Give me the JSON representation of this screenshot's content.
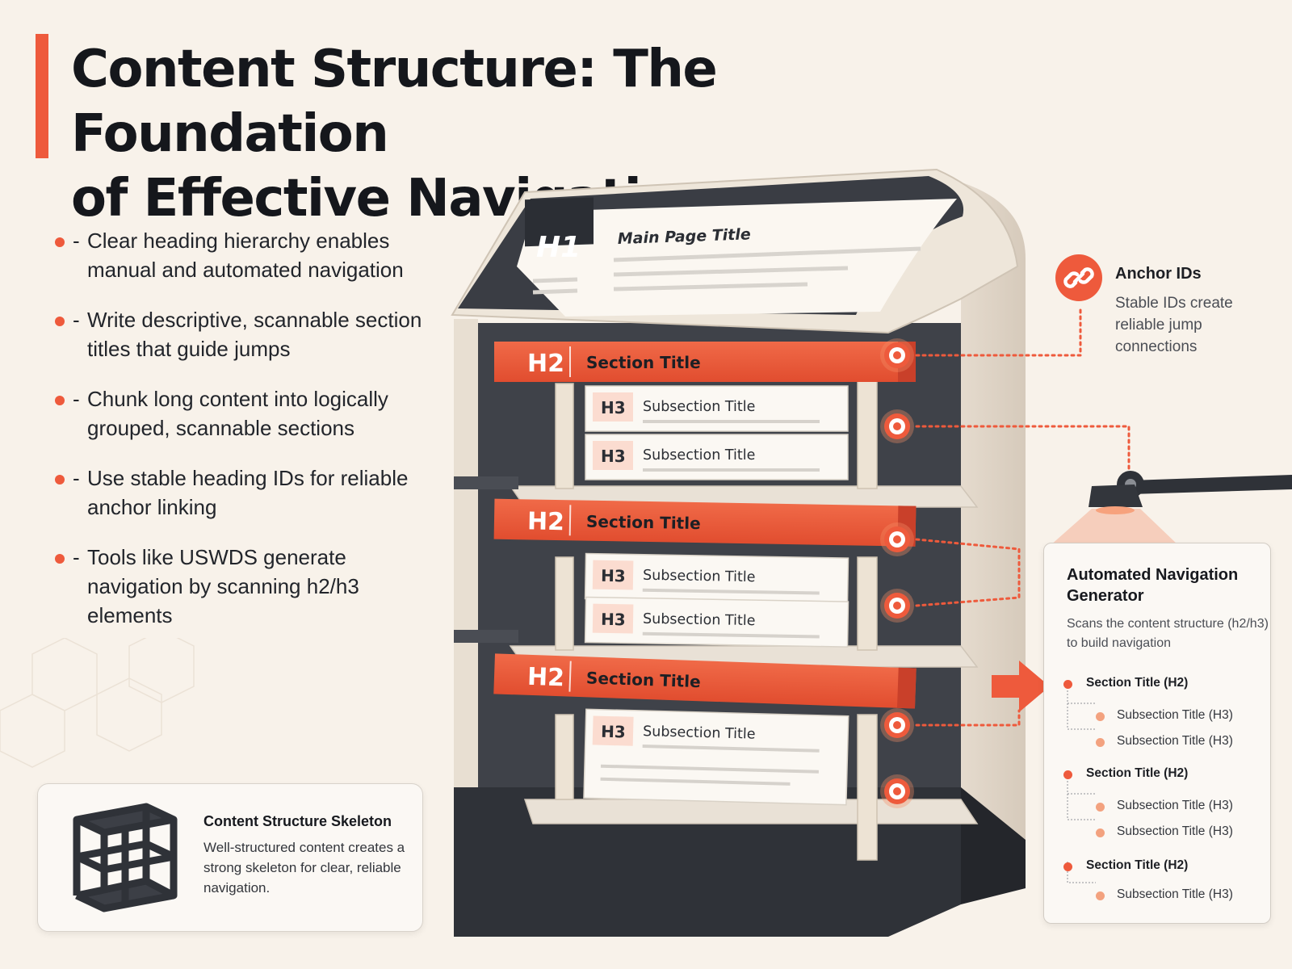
{
  "title": {
    "line1": "Content Structure: The Foundation",
    "line2": "of Effective Navigation"
  },
  "bullets": [
    {
      "dash": "-",
      "text": "Clear heading hierarchy enables manual and automated navigation"
    },
    {
      "dash": "-",
      "text": "Write descriptive, scannable section titles that guide jumps"
    },
    {
      "dash": "-",
      "text": "Chunk long content into logically grouped, scannable sections"
    },
    {
      "dash": "-",
      "text": "Use stable heading IDs for reliable anchor linking"
    },
    {
      "dash": "-",
      "text": "Tools like USWDS generate navigation by scanning h2/h3 elements"
    }
  ],
  "skeleton": {
    "title": "Content Structure Skeleton",
    "description": "Well-structured content creates a strong skeleton for clear, reliable navigation."
  },
  "bookcase": {
    "h1_tag": "H1",
    "h1_title": "Main Page Title",
    "h2_tag": "H2",
    "h3_tag": "H3",
    "section_title": "Section Title",
    "subsection_title": "Subsection Title"
  },
  "anchor": {
    "title": "Anchor IDs",
    "description": "Stable IDs create reliable jump connections"
  },
  "nav": {
    "title": "Automated Navigation Generator",
    "description": "Scans the content structure (h2/h3) to build navigation",
    "items": [
      {
        "level": "h2",
        "label": "Section Title (H2)"
      },
      {
        "level": "h3",
        "label": "Subsection Title (H3)"
      },
      {
        "level": "h3",
        "label": "Subsection Title (H3)"
      },
      {
        "level": "h2",
        "label": "Section Title (H2)"
      },
      {
        "level": "h3",
        "label": "Subsection Title (H3)"
      },
      {
        "level": "h3",
        "label": "Subsection Title (H3)"
      },
      {
        "level": "h2",
        "label": "Section Title (H2)"
      },
      {
        "level": "h3",
        "label": "Subsection Title (H3)"
      }
    ]
  },
  "colors": {
    "accent": "#ee5a3c",
    "dark": "#3a3d44",
    "cream": "#f8f2ea"
  }
}
